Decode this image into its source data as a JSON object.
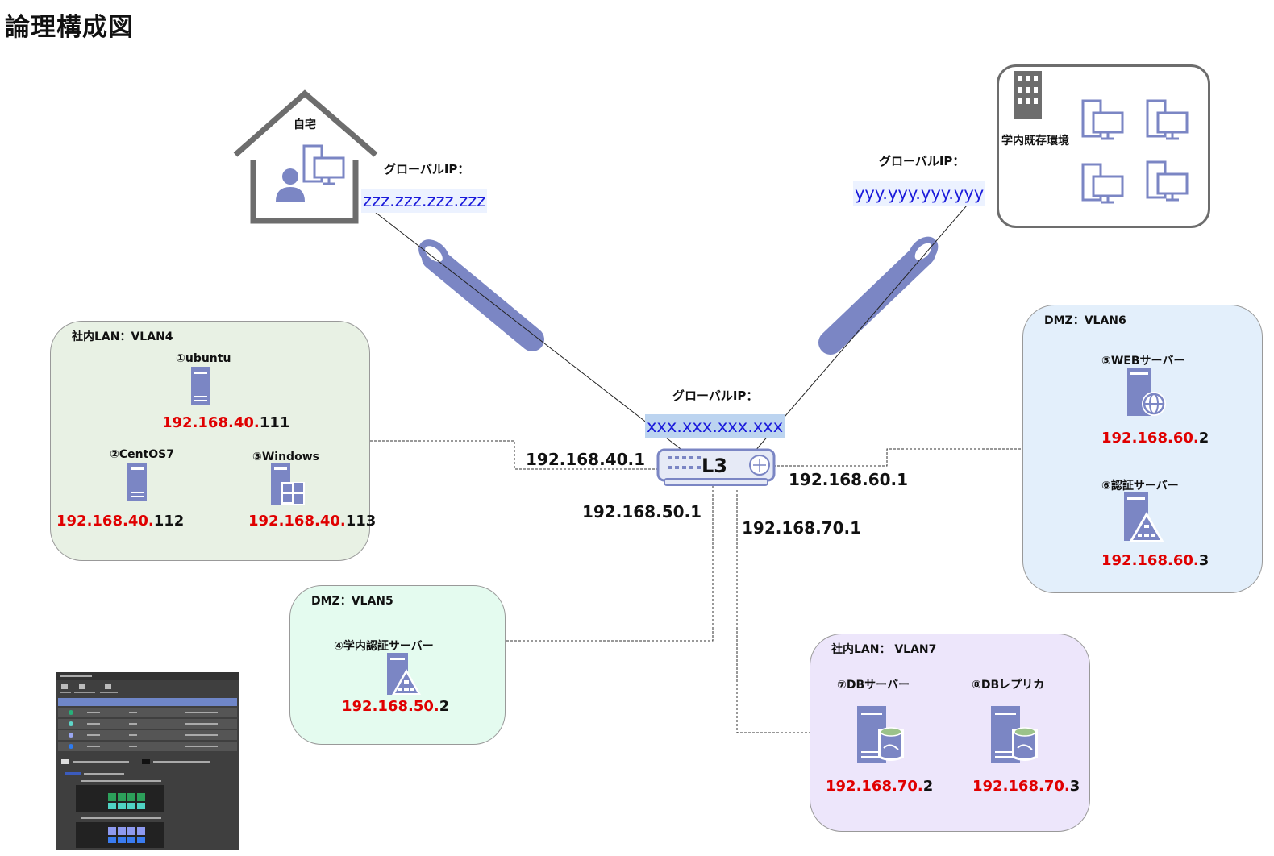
{
  "title": "論理構成図",
  "home": {
    "label": "自宅",
    "global_ip_label": "グローバルIP：",
    "global_ip": "zzz.zzz.zzz.zzz"
  },
  "campus": {
    "label": "学内既存環境",
    "global_ip_label": "グローバルIP：",
    "global_ip": "yyy.yyy.yyy.yyy"
  },
  "router": {
    "label": "L3",
    "global_ip_label": "グローバルIP：",
    "global_ip": "xxx.xxx.xxx.xxx",
    "if_vlan4": "192.168.40.1",
    "if_vlan5": "192.168.50.1",
    "if_vlan6": "192.168.60.1",
    "if_vlan7": "192.168.70.1"
  },
  "zones": {
    "vlan4": {
      "title": "社内LAN：VLAN4",
      "nodes": [
        {
          "name": "①ubuntu",
          "ip_prefix": "192.168.40.",
          "ip_suffix": "111"
        },
        {
          "name": "②CentOS7",
          "ip_prefix": "192.168.40.",
          "ip_suffix": "112"
        },
        {
          "name": "③Windows",
          "ip_prefix": "192.168.40.",
          "ip_suffix": "113"
        }
      ]
    },
    "vlan5": {
      "title": "DMZ：VLAN5",
      "nodes": [
        {
          "name": "④学内認証サーバー",
          "ip_prefix": "192.168.50.",
          "ip_suffix": "2"
        }
      ]
    },
    "vlan6": {
      "title": "DMZ：VLAN6",
      "nodes": [
        {
          "name": "⑤WEBサーバー",
          "ip_prefix": "192.168.60.",
          "ip_suffix": "2"
        },
        {
          "name": "⑥認証サーバー",
          "ip_prefix": "192.168.60.",
          "ip_suffix": "3"
        }
      ]
    },
    "vlan7": {
      "title": "社内LAN： VLAN7",
      "nodes": [
        {
          "name": "⑦DBサーバー",
          "ip_prefix": "192.168.70.",
          "ip_suffix": "2"
        },
        {
          "name": "⑧DBレプリカ",
          "ip_prefix": "192.168.70.",
          "ip_suffix": "3"
        }
      ]
    }
  },
  "colors": {
    "icon": "#7b86c4",
    "red_ip": "#e00000",
    "global_ip_text": "#1a1adb",
    "vlan4_bg": "#e8f1e4",
    "vlan5_bg": "#e4fbef",
    "vlan6_bg": "#e3effb",
    "vlan7_bg": "#ede6fb"
  },
  "icons": [
    "house-icon",
    "user-icon",
    "pc-icon",
    "building-icon",
    "server-icon",
    "windows-server-icon",
    "auth-server-icon",
    "web-server-icon",
    "db-server-icon",
    "router-icon",
    "vpn-tunnel-icon"
  ]
}
